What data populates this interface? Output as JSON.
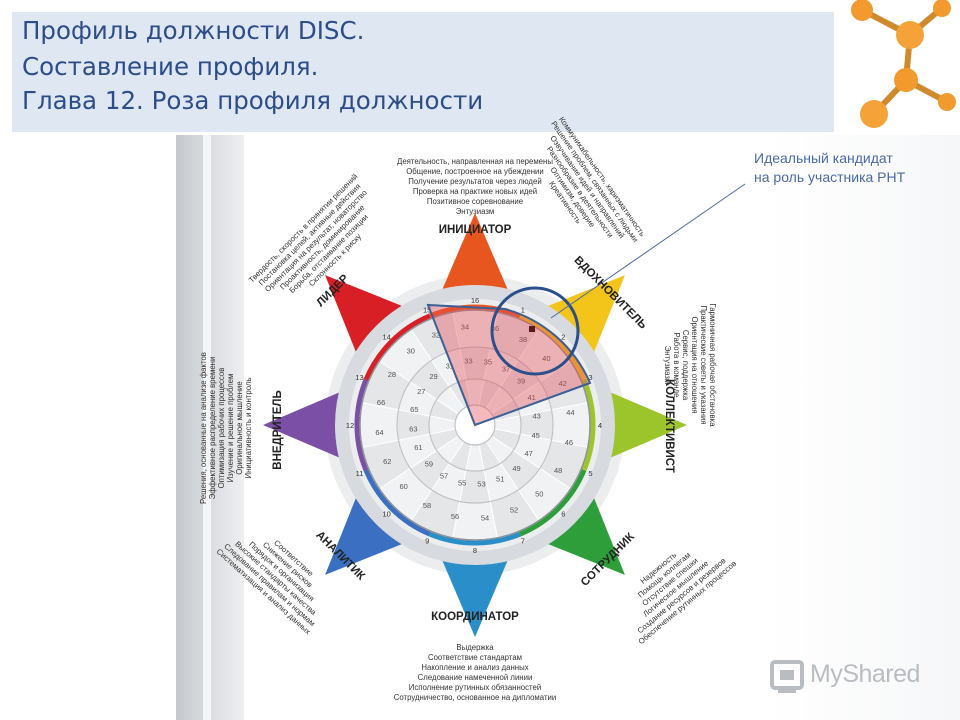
{
  "title": {
    "line1": "Профиль должности DISC.",
    "line2": "Составление профиля.",
    "line3": "Глава 12. Роза профиля должности"
  },
  "annotation": {
    "line1": "Идеальный кандидат",
    "line2": "на роль участника РНТ"
  },
  "logo": {
    "text": "MyShared"
  },
  "rose": {
    "styles": [
      {
        "id": "initiator",
        "label": "ИНИЦИАТОР",
        "color": "#e8561f",
        "traits": [
          "Деятельность, направленная на перемены",
          "Общение, построенное на убеждении",
          "Получение результатов через людей",
          "Проверка на практике новых идей",
          "Позитивное соревнование",
          "Энтузиазм"
        ]
      },
      {
        "id": "inspirer",
        "label": "ВДОХНОВИТЕЛЬ",
        "color": "#f3c41a",
        "traits": [
          "Коммуникабельность, харизматичность",
          "Решение проблем, связанных с людьми",
          "Озвучивание идей и направлений",
          "Разнообразие в деятельности",
          "Оптимизм, доверие",
          "Креативность"
        ]
      },
      {
        "id": "collectivist",
        "label": "КОЛЛЕКТИВИСТ",
        "color": "#9cc52c",
        "traits": [
          "Гармоничная рабочая обстановка",
          "Практические советы и указания",
          "Ориентация на отношения",
          "Сервис, поддержка",
          "Работа в команде",
          "Энтузиазм"
        ]
      },
      {
        "id": "supporter",
        "label": "СОТРУДНИК",
        "color": "#2e9e3a",
        "traits": [
          "Надежность",
          "Помощь коллегам",
          "Отсутствие спешки",
          "Логическое мышление",
          "Создание ресурсов и резервов",
          "Обеспечение рутинных процессов"
        ]
      },
      {
        "id": "coordinator",
        "label": "КООРДИНАТОР",
        "color": "#2a8fc9",
        "traits": [
          "Выдержка",
          "Соответствие стандартам",
          "Накопление и анализ данных",
          "Следование намеченной линии",
          "Исполнение рутинных обязанностей",
          "Сотрудничество, основанное на дипломатии"
        ]
      },
      {
        "id": "analyst",
        "label": "АНАЛИТИК",
        "color": "#3a6fc1",
        "traits": [
          "Соответствие",
          "Снижение рисков",
          "Порядок и организация",
          "Высокие стандарты качества",
          "Следование правилам и нормам",
          "Систематизация и анализ данных"
        ]
      },
      {
        "id": "implementer",
        "label": "ВНЕДРИТЕЛЬ",
        "color": "#7a4fa5",
        "traits": [
          "Решения, основанные на анализе фактов",
          "Эффективное распределение времени",
          "Оптимизация рабочих процессов",
          "Изучение и решение проблем",
          "Оригинальное мышление",
          "Инициативность и контроль"
        ]
      },
      {
        "id": "leader",
        "label": "ЛИДЕР",
        "color": "#d81f26",
        "traits": [
          "Твердость, скорость в принятии решений",
          "Постановка целей, активные действия",
          "Ориентация на результат, новаторство",
          "Проактивность, доминирование",
          "Борьба, отстаивание позиции",
          "Склонность к риску"
        ]
      }
    ],
    "points": [
      "16",
      "1",
      "2",
      "3",
      "4",
      "5",
      "6",
      "7",
      "8",
      "9",
      "10",
      "11",
      "12",
      "13",
      "14",
      "15"
    ],
    "ring_numbers": [
      "27",
      "29",
      "31",
      "33",
      "35",
      "37",
      "39",
      "41",
      "43",
      "45",
      "47",
      "49",
      "51",
      "53",
      "55",
      "57",
      "59",
      "61",
      "63",
      "65",
      "28",
      "30",
      "32",
      "34",
      "36",
      "38",
      "40",
      "42",
      "44",
      "46",
      "48",
      "50",
      "52",
      "54",
      "56",
      "58",
      "60",
      "62",
      "64",
      "66"
    ]
  }
}
